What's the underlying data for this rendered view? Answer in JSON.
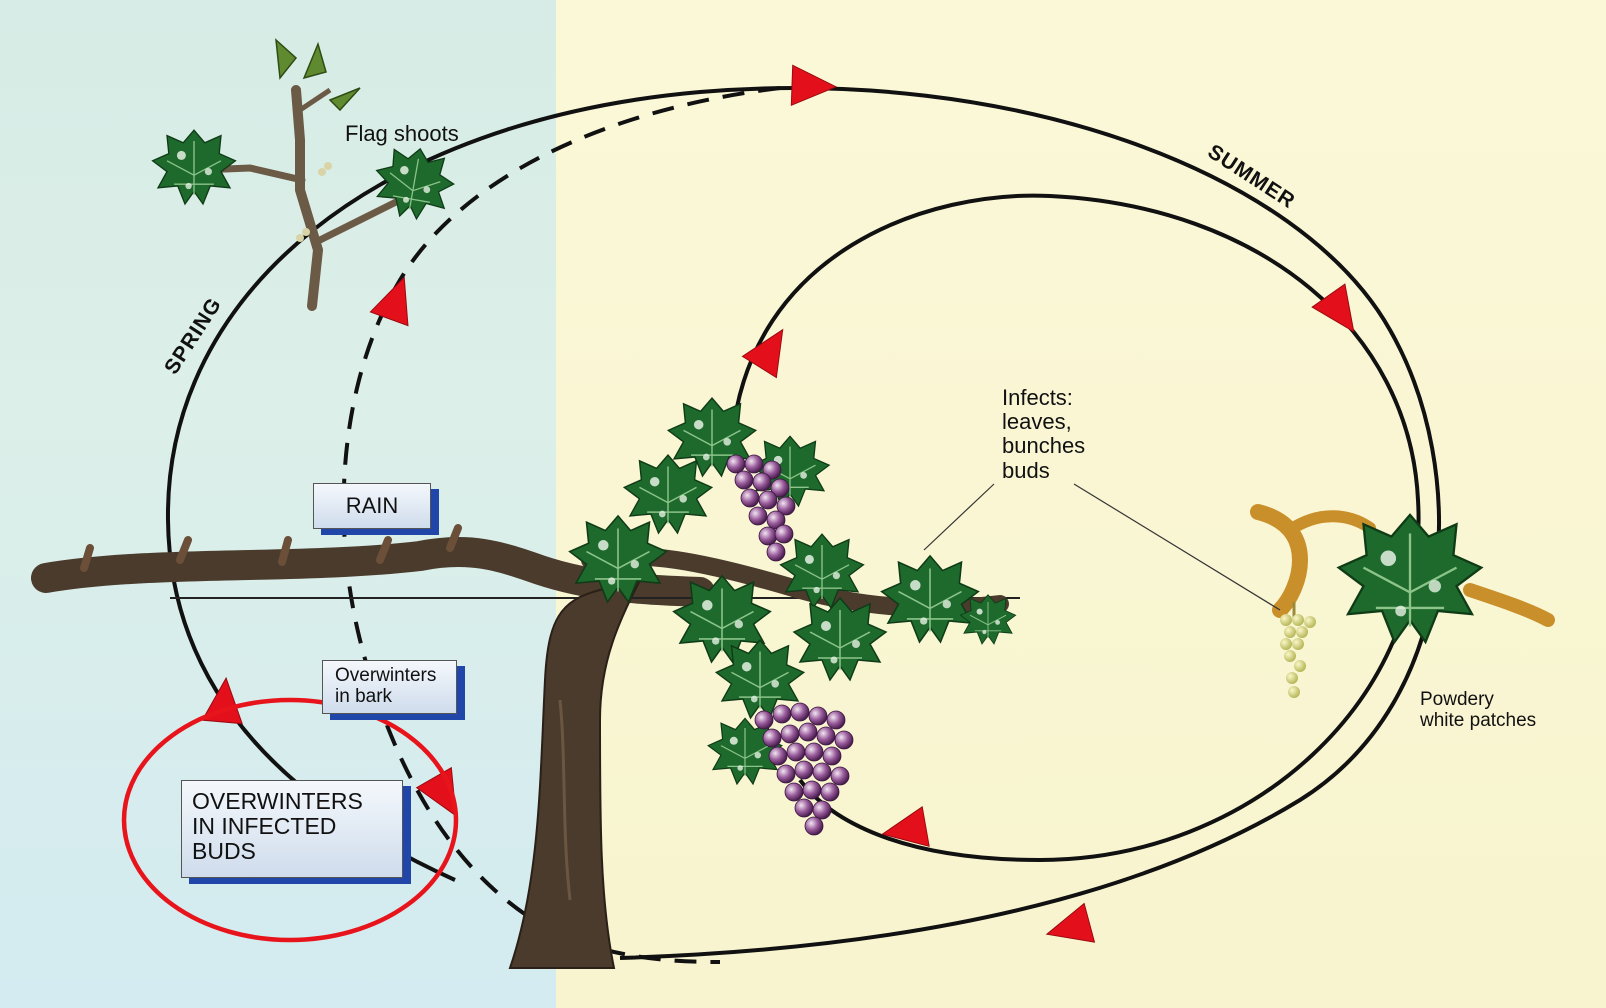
{
  "labels": {
    "flag_shoots": "Flag shoots",
    "spring": "SPRING",
    "summer": "SUMMER",
    "infects": "Infects:\nleaves,\nbunches\nbuds",
    "powdery": "Powdery\nwhite patches"
  },
  "boxes": {
    "rain": "RAIN",
    "bark": "Overwinters\nin bark",
    "buds": "OVERWINTERS\nIN INFECTED\nBUDS"
  },
  "colors": {
    "arrow": "#e3101b",
    "highlight_circle": "#e8141c",
    "box_shadow": "#1f46a8",
    "trunk": "#4a3b2c",
    "leaf": "#1e6a2c",
    "grape": "#7a3f7a"
  }
}
